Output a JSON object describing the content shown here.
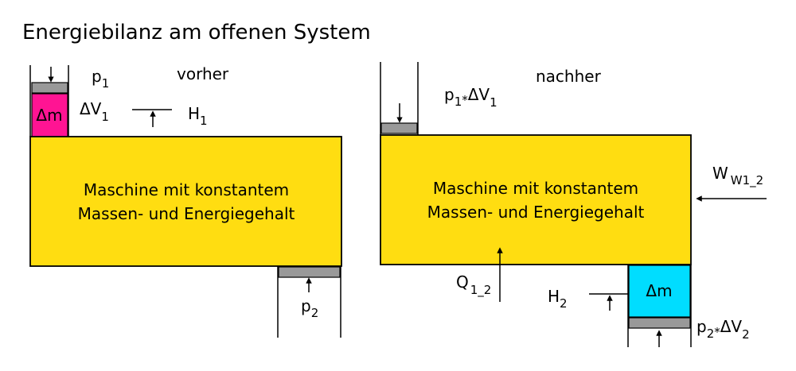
{
  "title": "Energiebilanz am offenen System",
  "colors": {
    "machine_fill": "#FFDD11",
    "piston_grey": "#999999",
    "mass_before": "#FF1493",
    "mass_after": "#00DDFF",
    "stroke": "#000000"
  },
  "before": {
    "heading": "vorher",
    "machine_line1": "Maschine mit konstantem",
    "machine_line2": "Massen- und Energiegehalt",
    "mass_label": "Δm",
    "p1_main": "p",
    "p1_sub": "1",
    "dv1_main": "ΔV",
    "dv1_sub": "1",
    "h1_main": "H",
    "h1_sub": "1",
    "p2_main": "p",
    "p2_sub": "2"
  },
  "after": {
    "heading": "nachher",
    "machine_line1": "Maschine mit konstantem",
    "machine_line2": "Massen- und Energiegehalt",
    "mass_label": "Δm",
    "p1dv1_a": "p",
    "p1dv1_sub": "1",
    "p1dv1_op": "*",
    "p1dv1_b": "ΔV",
    "p1dv1_sub2": "1",
    "q_main": "Q",
    "q_sub": "1_2",
    "w_main": "W",
    "w_sub": "W1_2",
    "h2_main": "H",
    "h2_sub": "2",
    "p2dv2_a": "p",
    "p2dv2_sub": "2",
    "p2dv2_op": "*",
    "p2dv2_b": "ΔV",
    "p2dv2_sub2": "2"
  }
}
